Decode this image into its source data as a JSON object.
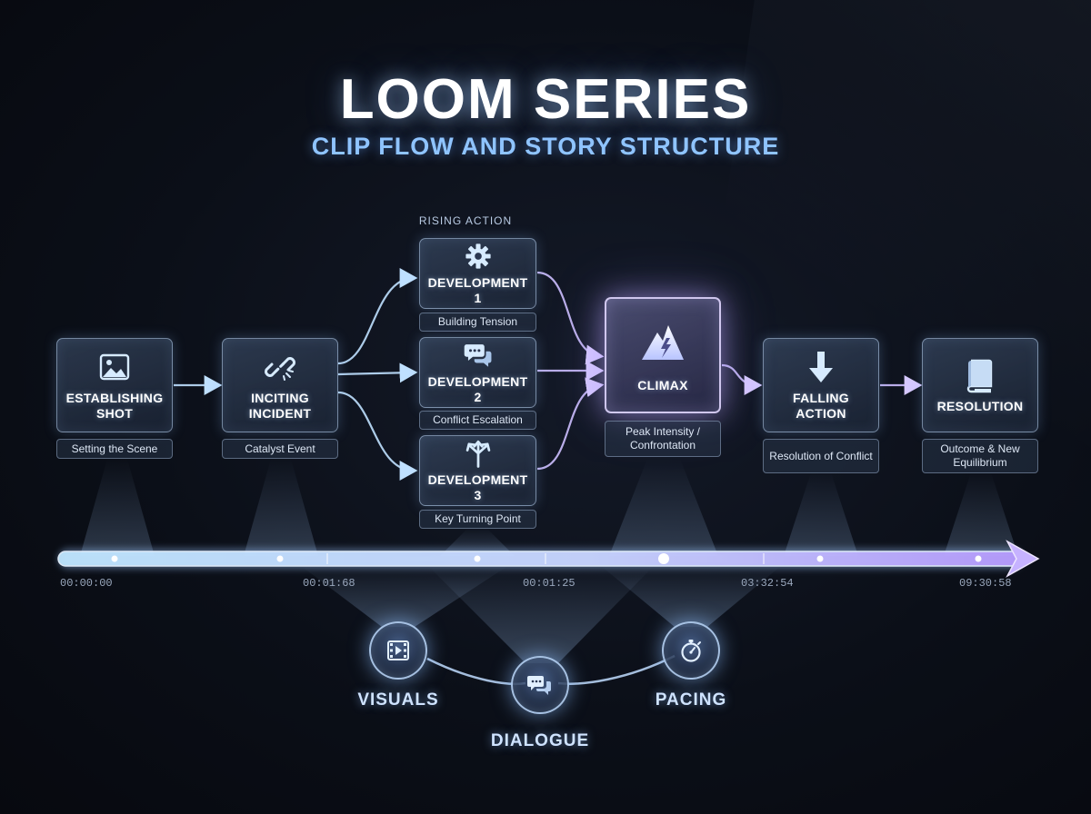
{
  "header": {
    "title": "LOOM SERIES",
    "subtitle": "CLIP FLOW AND STORY STRUCTURE"
  },
  "rising_action_label": "RISING ACTION",
  "nodes": {
    "establishing": {
      "label": "Establishing Shot",
      "caption": "Setting the Scene",
      "icon": "image-icon"
    },
    "inciting": {
      "label": "Inciting Incident",
      "caption": "Catalyst Event",
      "icon": "broken-link-icon"
    },
    "dev1": {
      "label": "Development 1",
      "caption": "Building Tension",
      "icon": "gear-icon"
    },
    "dev2": {
      "label": "Development 2",
      "caption": "Conflict Escalation",
      "icon": "chat-bubbles-icon"
    },
    "dev3": {
      "label": "Development 3",
      "caption": "Key Turning Point",
      "icon": "split-arrows-icon"
    },
    "climax": {
      "label": "Climax",
      "caption": "Peak Intensity / Confrontation",
      "icon": "mountain-lightning-icon"
    },
    "falling": {
      "label": "Falling Action",
      "caption": "Resolution of Conflict",
      "icon": "down-arrow-icon"
    },
    "resolution": {
      "label": "Resolution",
      "caption": "Outcome & New Equilibrium",
      "icon": "book-icon"
    }
  },
  "timeline": {
    "ticks": [
      "00:00:00",
      "00:01:68",
      "00:01:25",
      "03:32:54",
      "09:30:58"
    ]
  },
  "elements": {
    "visuals": {
      "label": "VISUALS",
      "icon": "film-icon"
    },
    "dialogue": {
      "label": "DIALOGUE",
      "icon": "chat-bubbles-icon"
    },
    "pacing": {
      "label": "PACING",
      "icon": "stopwatch-icon"
    }
  },
  "colors": {
    "accent_blue": "#8fc4ff",
    "accent_violet": "#c9b8ff",
    "background": "#0b0f18"
  }
}
